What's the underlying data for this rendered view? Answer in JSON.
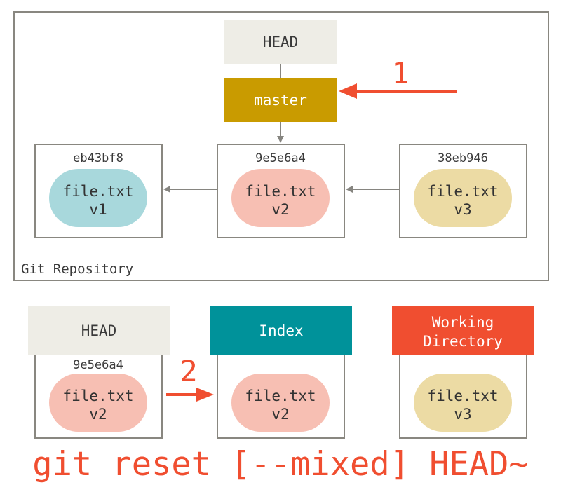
{
  "repository": {
    "label": "Git Repository",
    "head_label": "HEAD",
    "branch_label": "master",
    "commits": [
      {
        "hash": "eb43bf8",
        "file": "file.txt",
        "version": "v1",
        "color": "#a8d8dc"
      },
      {
        "hash": "9e5e6a4",
        "file": "file.txt",
        "version": "v2",
        "color": "#f7bfb3"
      },
      {
        "hash": "38eb946",
        "file": "file.txt",
        "version": "v3",
        "color": "#ecdba4"
      }
    ]
  },
  "steps": {
    "step1": "1",
    "step2": "2"
  },
  "trees": {
    "head": {
      "title": "HEAD",
      "hash": "9e5e6a4",
      "file": "file.txt",
      "version": "v2"
    },
    "index": {
      "title": "Index",
      "file": "file.txt",
      "version": "v2"
    },
    "workdir": {
      "title_line1": "Working",
      "title_line2": "Directory",
      "file": "file.txt",
      "version": "v3"
    }
  },
  "command": "git reset [--mixed] HEAD~",
  "colors": {
    "accent": "#f04e30",
    "head_bg": "#eeede6",
    "master_bg": "#c99b00",
    "index_bg": "#00929a",
    "border": "#898780",
    "arrow": "#868580",
    "blue_blob": "#a8d8dc",
    "pink_blob": "#f7bfb3",
    "yellow_blob": "#ecdba4"
  }
}
